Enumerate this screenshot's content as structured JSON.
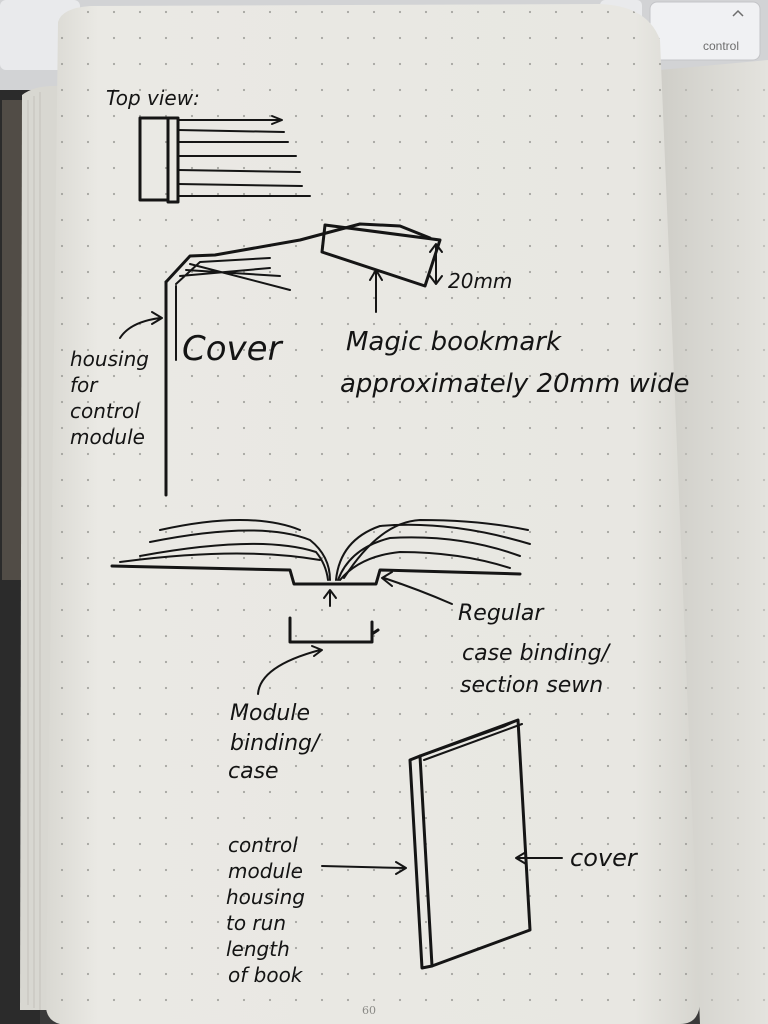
{
  "keyboard": {
    "key_label": "control",
    "key_icon": "chevron-up-icon"
  },
  "notebook": {
    "page_number": "60",
    "paper_color": "#e9e8e3",
    "ink_color": "#151515"
  },
  "sketch": {
    "top_view_label": "Top view:",
    "cover_label": "Cover",
    "housing_label": [
      "housing",
      "for",
      "control",
      "module"
    ],
    "dimension_label": "20mm",
    "bookmark_label": [
      "Magic bookmark",
      "approximately 20mm wide"
    ],
    "regular_binding_label": [
      "Regular",
      "case binding/",
      "section sewn"
    ],
    "module_binding_label": [
      "Module",
      "binding/",
      "case"
    ],
    "control_housing_label": [
      "control",
      "module",
      "housing",
      "to run",
      "length",
      "of book"
    ],
    "book_cover_label": "cover"
  }
}
